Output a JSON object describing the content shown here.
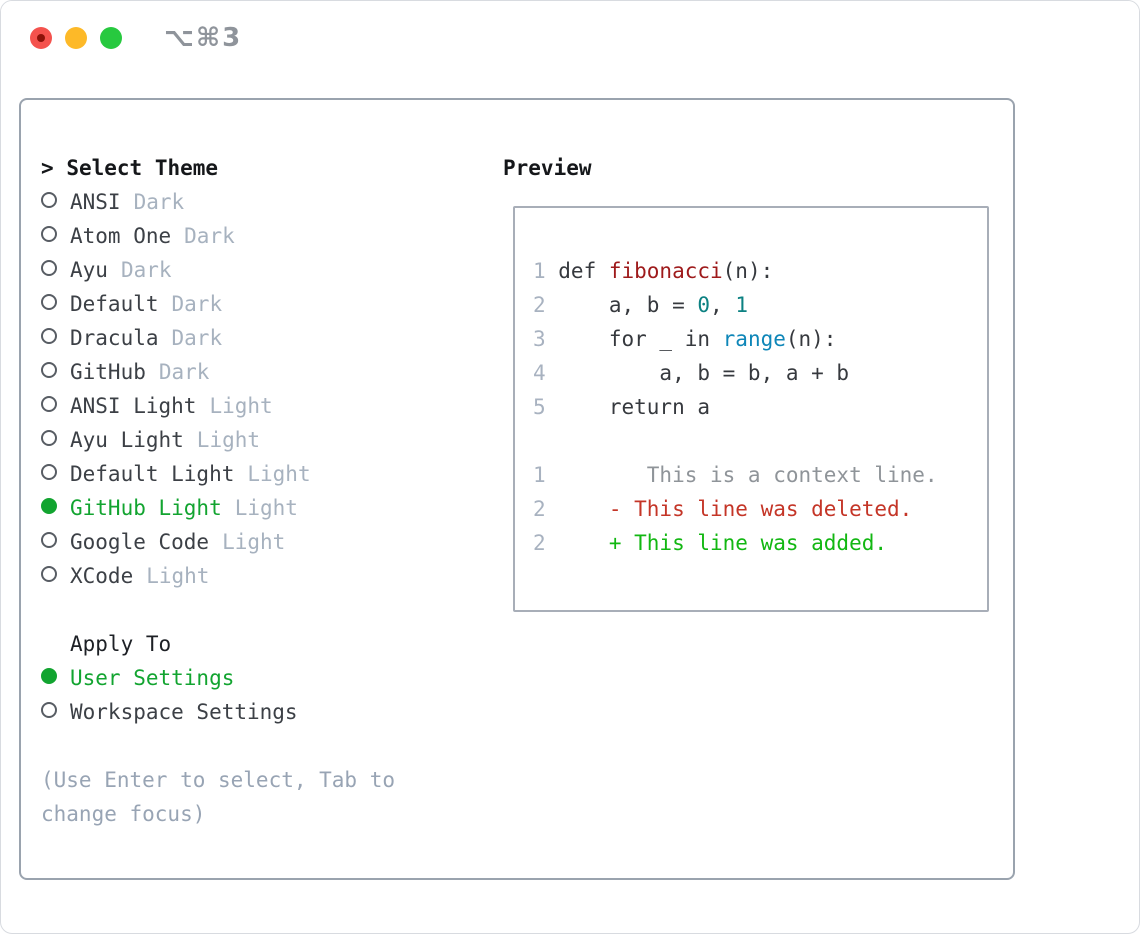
{
  "window": {
    "title": "⌥⌘3",
    "traffic_lights": [
      "close",
      "minimize",
      "zoom"
    ]
  },
  "theme_panel": {
    "header": {
      "prefix": ">",
      "label": "Select Theme"
    },
    "themes": [
      {
        "name": "ANSI",
        "tag": "Dark",
        "selected": false
      },
      {
        "name": "Atom One",
        "tag": "Dark",
        "selected": false
      },
      {
        "name": "Ayu",
        "tag": "Dark",
        "selected": false
      },
      {
        "name": "Default",
        "tag": "Dark",
        "selected": false
      },
      {
        "name": "Dracula",
        "tag": "Dark",
        "selected": false
      },
      {
        "name": "GitHub",
        "tag": "Dark",
        "selected": false
      },
      {
        "name": "ANSI Light",
        "tag": "Light",
        "selected": false
      },
      {
        "name": "Ayu Light",
        "tag": "Light",
        "selected": false
      },
      {
        "name": "Default Light",
        "tag": "Light",
        "selected": false
      },
      {
        "name": "GitHub Light",
        "tag": "Light",
        "selected": true
      },
      {
        "name": "Google Code",
        "tag": "Light",
        "selected": false
      },
      {
        "name": "XCode",
        "tag": "Light",
        "selected": false
      }
    ],
    "apply_to": {
      "label": "Apply To",
      "options": [
        {
          "name": "User Settings",
          "selected": true
        },
        {
          "name": "Workspace Settings",
          "selected": false
        }
      ]
    },
    "help_lines": [
      "(Use Enter to select, Tab to",
      "change focus)"
    ]
  },
  "preview": {
    "label": "Preview",
    "code_lines": [
      {
        "num": "1",
        "segments": [
          {
            "text": "def ",
            "style": "plain"
          },
          {
            "text": "fibonacci",
            "style": "func"
          },
          {
            "text": "(n):",
            "style": "plain"
          }
        ]
      },
      {
        "num": "2",
        "segments": [
          {
            "text": "    a, b = ",
            "style": "plain"
          },
          {
            "text": "0",
            "style": "num"
          },
          {
            "text": ", ",
            "style": "plain"
          },
          {
            "text": "1",
            "style": "num"
          }
        ]
      },
      {
        "num": "3",
        "segments": [
          {
            "text": "    for _ in ",
            "style": "plain"
          },
          {
            "text": "range",
            "style": "builtin"
          },
          {
            "text": "(n):",
            "style": "plain"
          }
        ]
      },
      {
        "num": "4",
        "segments": [
          {
            "text": "        a, b = b, a + b",
            "style": "plain"
          }
        ]
      },
      {
        "num": "5",
        "segments": [
          {
            "text": "    return a",
            "style": "plain"
          }
        ]
      }
    ],
    "diff_lines": [
      {
        "num": "1",
        "text": "       This is a context line.",
        "type": "context"
      },
      {
        "num": "2",
        "text": "    - This line was deleted.",
        "type": "deleted"
      },
      {
        "num": "2",
        "text": "    + This line was added.",
        "type": "added"
      }
    ]
  },
  "colors": {
    "accent_green": "#12a430",
    "added_green": "#12b712",
    "deleted_red": "#c43527",
    "func_red": "#9e1a1b",
    "num_teal": "#0c8182",
    "builtin_blue": "#0e86b8",
    "muted_tag": "#a7b2bf",
    "ln_gray": "#a8b2c0",
    "context_gray": "#8f9499",
    "help_gray": "#98a4b4",
    "tl_red": "#f4524d",
    "tl_yellow": "#fdb928",
    "tl_green": "#27c93f"
  }
}
